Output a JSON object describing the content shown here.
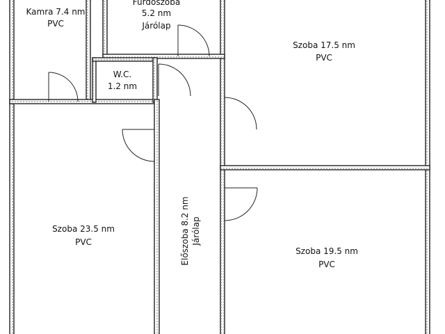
{
  "rooms": {
    "kamra": {
      "name": "Kamra 7.4 nm",
      "floor": "PVC"
    },
    "furdoszoba": {
      "name": "Fürdőszoba",
      "area": "5.2 nm",
      "floor": "Járólap"
    },
    "wc": {
      "name": "W.C.",
      "area": "1.2 nm"
    },
    "szoba1": {
      "name": "Szoba 17.5 nm",
      "floor": "PVC"
    },
    "szoba2": {
      "name": "Szoba 23.5 nm",
      "floor": "PVC"
    },
    "eloszoba": {
      "name": "Előszoba 8.2 nm",
      "floor": "Járólap"
    },
    "szoba3": {
      "name": "Szoba 19.5 nm",
      "floor": "PVC"
    }
  }
}
